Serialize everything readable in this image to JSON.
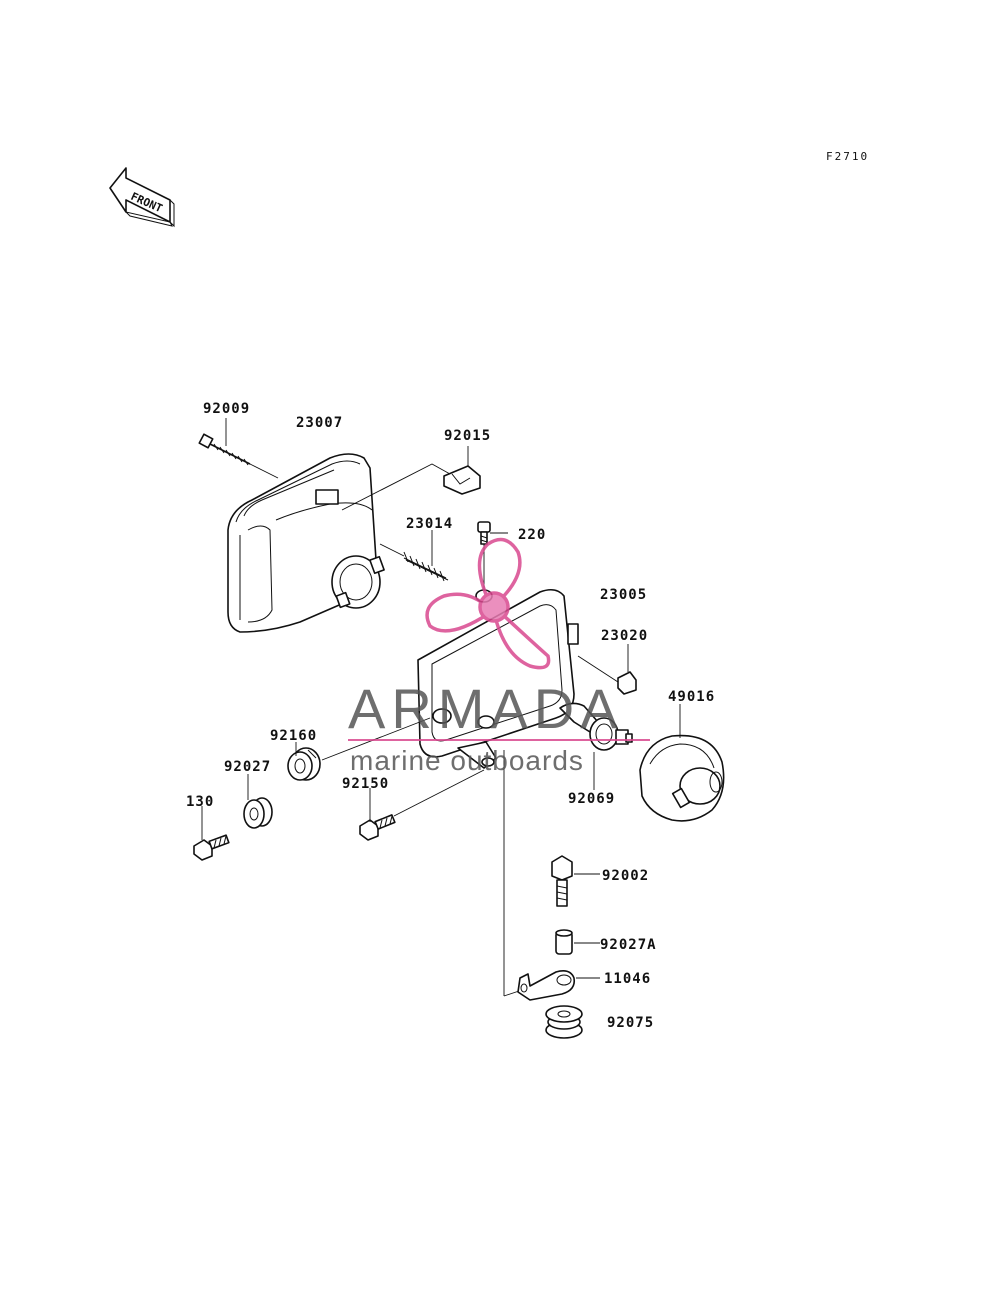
{
  "diagram_code": "F2710",
  "front_arrow_label": "FRONT",
  "parts": [
    {
      "id": "p92009",
      "number": "92009"
    },
    {
      "id": "p23007",
      "number": "23007"
    },
    {
      "id": "p92015",
      "number": "92015"
    },
    {
      "id": "p23014",
      "number": "23014"
    },
    {
      "id": "p220",
      "number": "220"
    },
    {
      "id": "p23005",
      "number": "23005"
    },
    {
      "id": "p23020",
      "number": "23020"
    },
    {
      "id": "p49016",
      "number": "49016"
    },
    {
      "id": "p92160",
      "number": "92160"
    },
    {
      "id": "p92027",
      "number": "92027"
    },
    {
      "id": "p92150",
      "number": "92150"
    },
    {
      "id": "p130",
      "number": "130"
    },
    {
      "id": "p92069",
      "number": "92069"
    },
    {
      "id": "p92002",
      "number": "92002"
    },
    {
      "id": "p92027A",
      "number": "92027A"
    },
    {
      "id": "p11046",
      "number": "11046"
    },
    {
      "id": "p92075",
      "number": "92075"
    }
  ],
  "watermark": {
    "brand": "ARMADA",
    "tagline": "marine outboards",
    "accent_color": "#d9488f",
    "text_color": "#555555"
  }
}
